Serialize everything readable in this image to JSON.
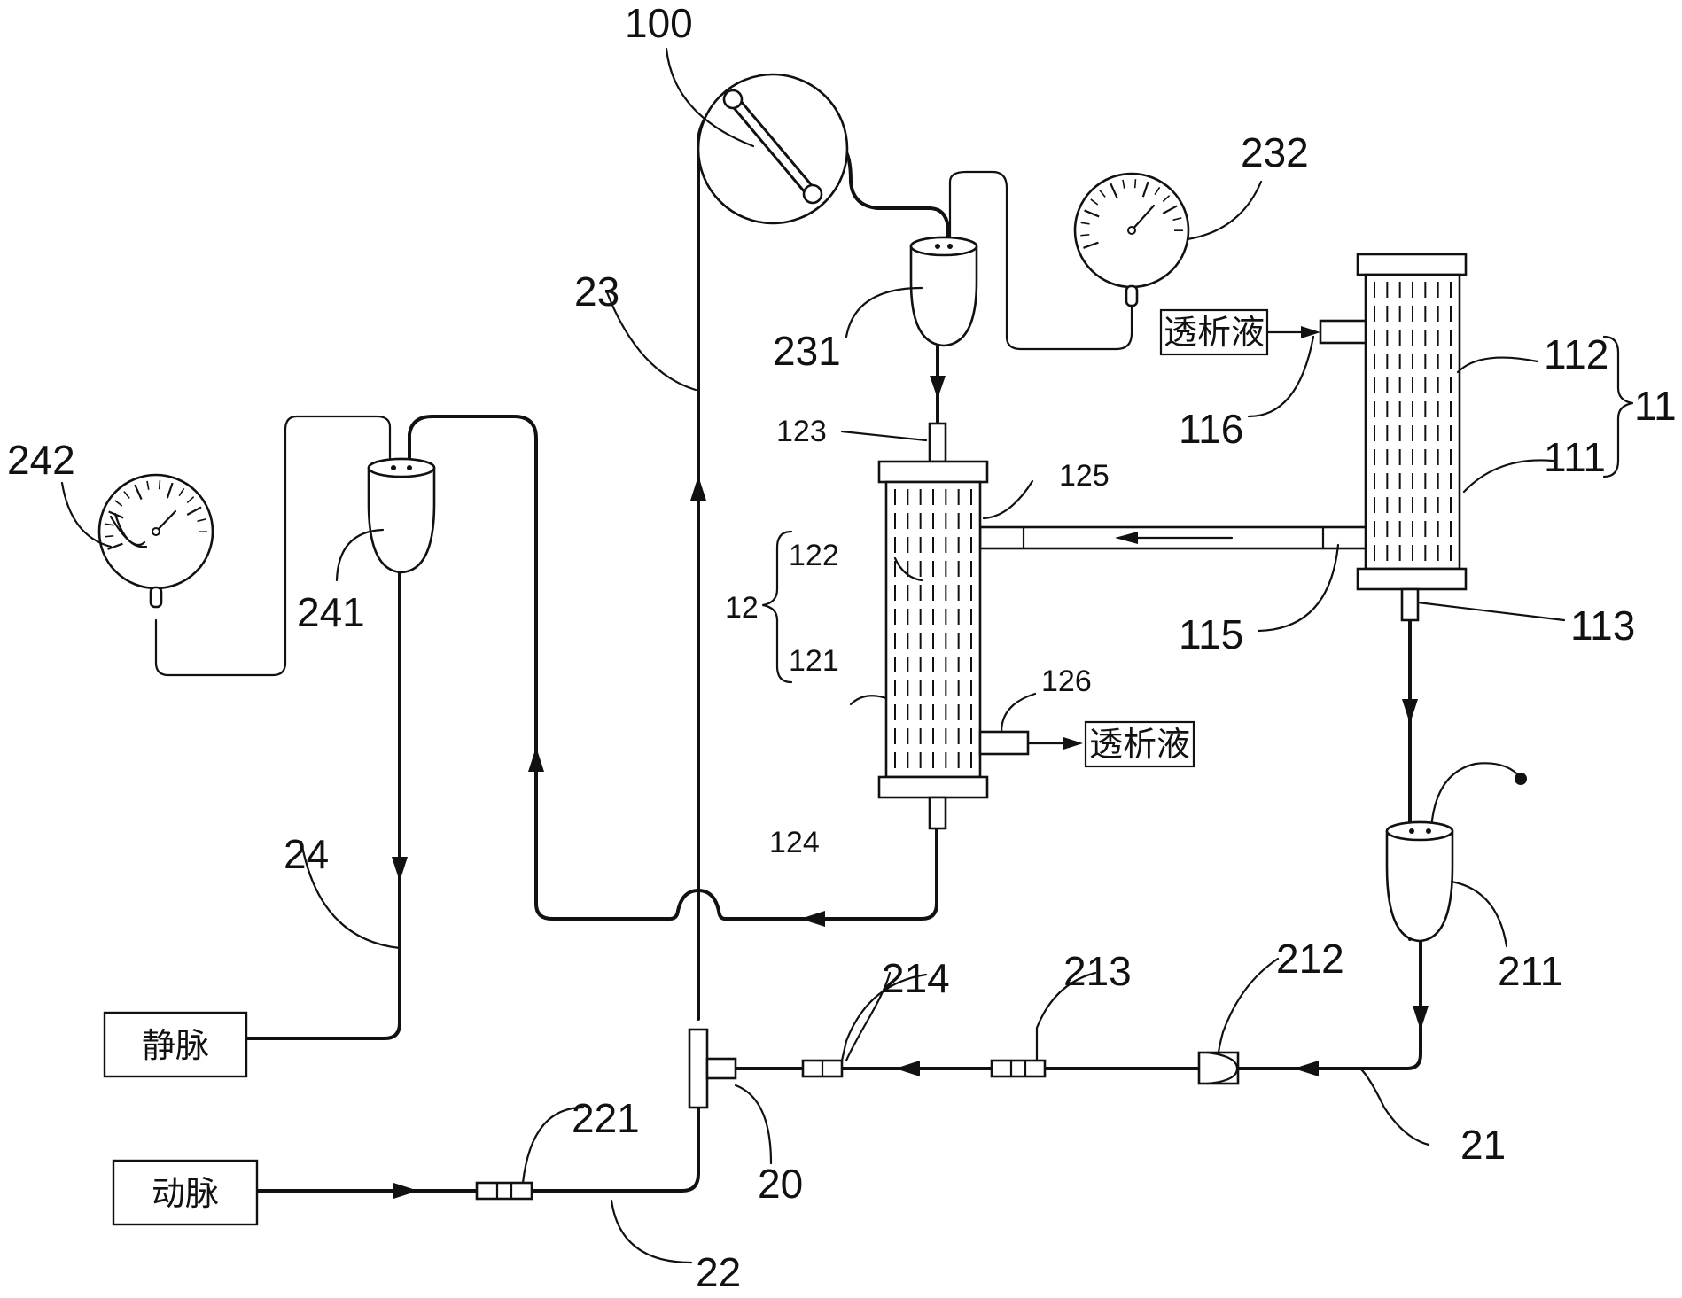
{
  "labels": {
    "pump": "100",
    "line_23": "23",
    "gauge_232": "232",
    "chamber_231": "231",
    "gauge_242": "242",
    "chamber_241": "241",
    "line_24": "24",
    "dialysate_in": "透析液",
    "dialysate_out": "透析液",
    "port_116": "116",
    "fibers_112": "112",
    "group_11": "11",
    "shell_111": "111",
    "port_123": "123",
    "port_125": "125",
    "fibers_122": "122",
    "group_12": "12",
    "shell_121": "121",
    "port_126": "126",
    "port_115": "115",
    "port_113": "113",
    "port_124": "124",
    "chamber_211": "211",
    "clamp_214": "214",
    "clamp_213": "213",
    "connector_212": "212",
    "tee_20": "20",
    "clamp_221": "221",
    "line_21": "21",
    "line_22": "22",
    "vein": "静脉",
    "artery": "动脉"
  }
}
